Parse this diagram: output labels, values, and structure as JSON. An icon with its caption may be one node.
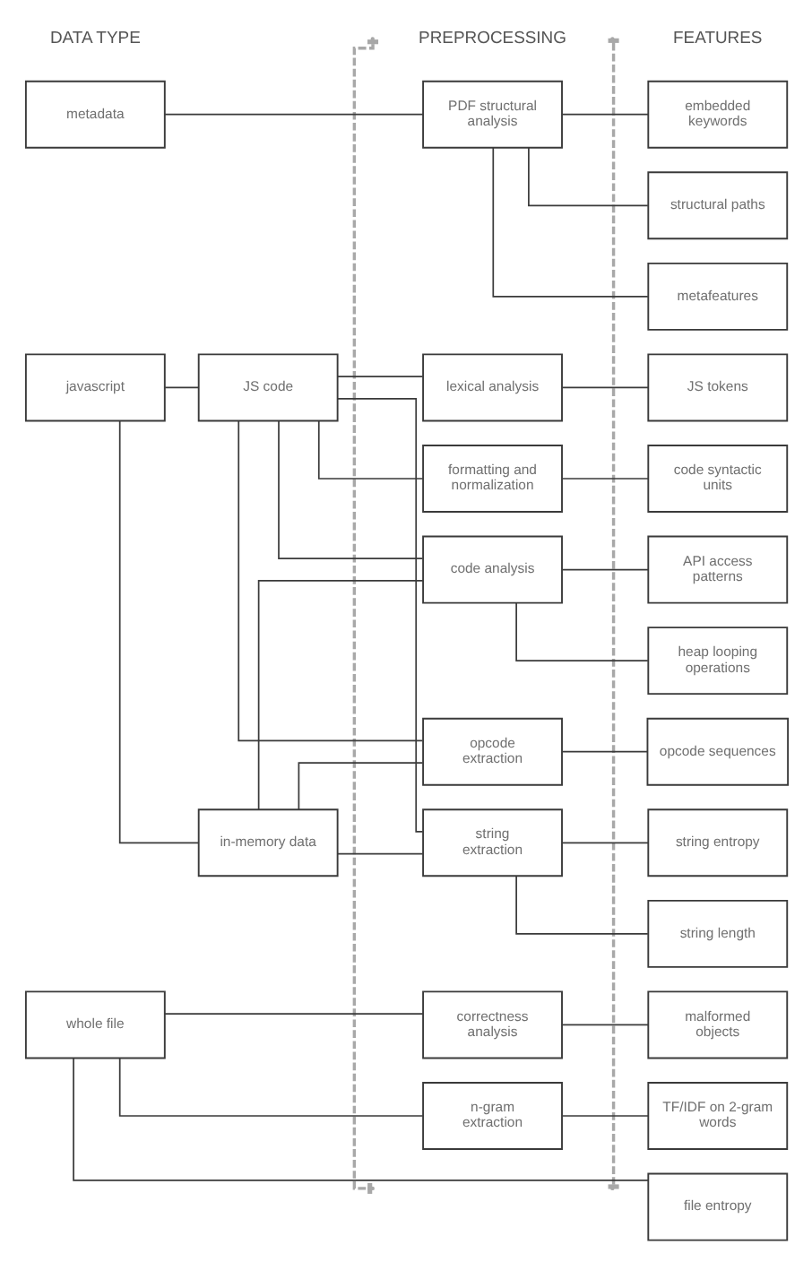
{
  "diagram": {
    "nodes": [
      {
        "text": [
          "metadata"
        ]
      },
      {
        "text": [
          "PDF structural analysis"
        ]
      },
      {
        "text": [
          "embedded keywords"
        ]
      },
      {
        "text": [
          "structural paths"
        ]
      },
      {
        "text": [
          "metafeatures"
        ]
      },
      {
        "text": [
          "javascript"
        ]
      },
      {
        "text": [
          "JS code"
        ]
      },
      {
        "text": [
          "lexical analysis"
        ]
      },
      {
        "text": [
          "JS tokens"
        ]
      },
      {
        "text": [
          "formatting and normalization"
        ]
      },
      {
        "text": [
          "code syntactic units"
        ]
      },
      {
        "text": [
          "code analysis"
        ]
      },
      {
        "text": [
          "API access patterns"
        ]
      },
      {
        "text": [
          "heap looping operations"
        ]
      },
      {
        "text": [
          "opcode extraction"
        ]
      },
      {
        "text": [
          "opcode sequences"
        ]
      },
      {
        "text": [
          "in-memory data"
        ]
      },
      {
        "text": [
          "string extraction"
        ]
      },
      {
        "text": [
          "string entropy"
        ]
      },
      {
        "text": [
          "string length"
        ]
      },
      {
        "text": [
          "whole file"
        ]
      },
      {
        "text": [
          "correctness analysis"
        ]
      },
      {
        "text": [
          "malformed objects"
        ]
      },
      {
        "text": [
          "n-gram extraction"
        ]
      },
      {
        "text": [
          "TF/IDF on 2-gram words"
        ]
      },
      {
        "text": [
          "file entropy"
        ]
      }
    ],
    "edges": [
      {
        "from": 0,
        "to": 1,
        "arrow": "none"
      },
      {
        "from": 1,
        "to": 2,
        "arrow": "none"
      },
      {
        "from": 1,
        "to": 3,
        "arrow": "none"
      },
      {
        "from": 1,
        "to": 4,
        "arrow": "none"
      },
      {
        "from": 5,
        "to": 6,
        "arrow": "none"
      },
      {
        "from": 5,
        "to": 16,
        "arrow": "none"
      },
      {
        "from": 6,
        "to": 7,
        "arrow": "none"
      },
      {
        "from": 6,
        "to": 9,
        "arrow": "none"
      },
      {
        "from": 6,
        "to": 11,
        "arrow": "none"
      },
      {
        "from": 6,
        "to": 14,
        "arrow": "none"
      },
      {
        "from": 6,
        "to": 17,
        "arrow": "none"
      },
      {
        "from": 7,
        "to": 8,
        "arrow": "none"
      },
      {
        "from": 9,
        "to": 10,
        "arrow": "none"
      },
      {
        "from": 11,
        "to": 12,
        "arrow": "none"
      },
      {
        "from": 11,
        "to": 13,
        "arrow": "none"
      },
      {
        "from": 16,
        "to": 11,
        "arrow": "none"
      },
      {
        "from": 16,
        "to": 14,
        "arrow": "none"
      },
      {
        "from": 16,
        "to": 17,
        "arrow": "none"
      },
      {
        "from": 14,
        "to": 15,
        "arrow": "none"
      },
      {
        "from": 17,
        "to": 18,
        "arrow": "none"
      },
      {
        "from": 17,
        "to": 19,
        "arrow": "none"
      },
      {
        "from": 20,
        "to": 21,
        "arrow": "none"
      },
      {
        "from": 20,
        "to": 23,
        "arrow": "none"
      },
      {
        "from": 20,
        "to": 25,
        "arrow": "none"
      },
      {
        "from": 21,
        "to": 22,
        "arrow": "none"
      },
      {
        "from": 23,
        "to": 24,
        "arrow": "none"
      }
    ],
    "labels": [
      "DATA TYPE",
      "PREPROCESSING",
      "FEATURES"
    ]
  }
}
